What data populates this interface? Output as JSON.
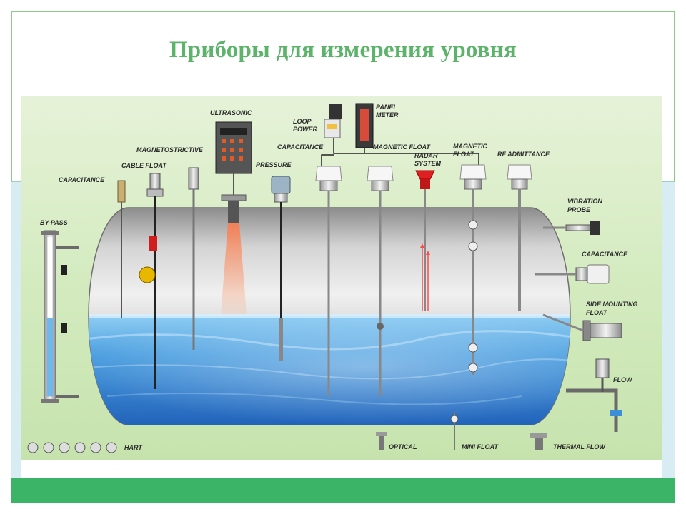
{
  "title": "Приборы для измерения уровня",
  "labels": {
    "ultrasonic": "ULTRASONIC",
    "loop_power_1": "LOOP",
    "loop_power_2": "POWER",
    "panel_meter_1": "PANEL",
    "panel_meter_2": "METER",
    "magnetostrictive": "MAGNETOSTRICTIVE",
    "capacitance_top": "CAPACITANCE",
    "magnetic_float_top": "MAGNETIC FLOAT",
    "magnetic_float_right_1": "MAGNETIC",
    "magnetic_float_right_2": "FLOAT",
    "radar_1": "RADAR",
    "radar_2": "SYSTEM",
    "rf_admittance": "RF ADMITTANCE",
    "capacitance_left": "CAPACITANCE",
    "cable_float": "CABLE FLOAT",
    "pressure": "PRESSURE",
    "by_pass": "BY-PASS",
    "vibration_1": "VIBRATION",
    "vibration_2": "PROBE",
    "capacitance_right": "CAPACITANCE",
    "side_mounting_1": "SIDE MOUNTING",
    "side_mounting_2": "FLOAT",
    "flow": "FLOW",
    "optical": "OPTICAL",
    "mini_float": "MINI FLOAT",
    "thermal_flow": "THERMAL FLOW",
    "hart": "HART"
  },
  "colors": {
    "title": "#5cb36a",
    "bottom_bar": "#3cb468",
    "water": "#3a8fd6",
    "tank": "#b9b9b9"
  }
}
